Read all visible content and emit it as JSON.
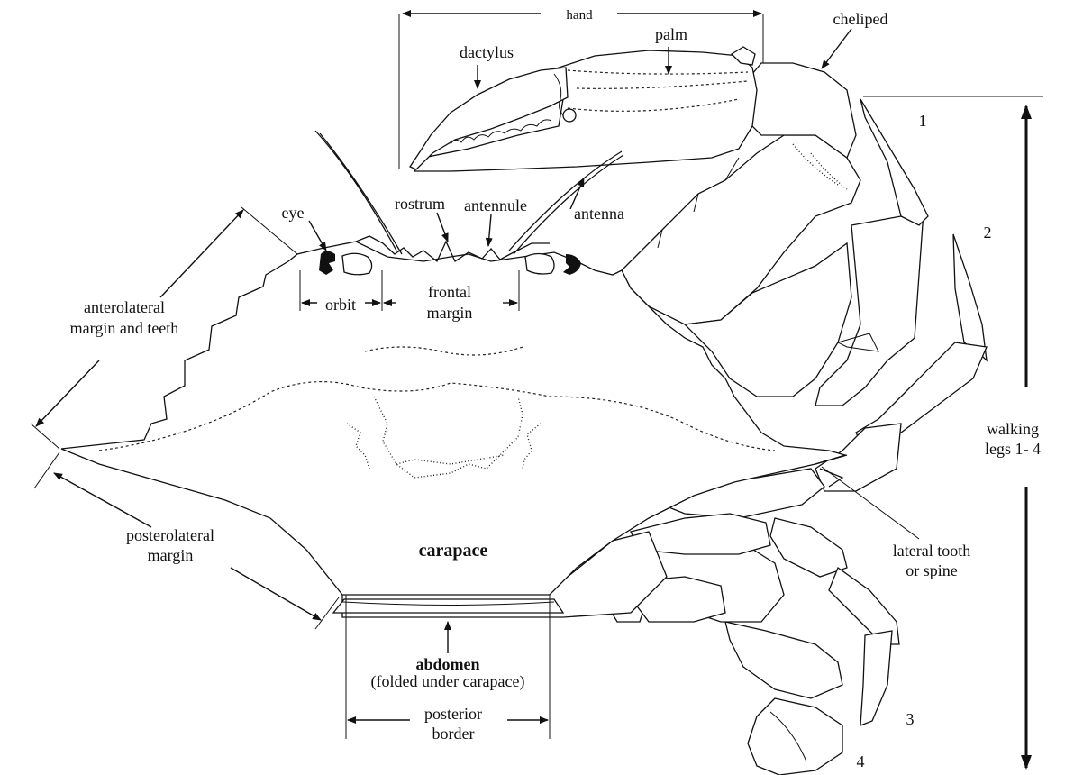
{
  "labels": {
    "hand": "hand",
    "palm": "palm",
    "dactylus": "dactylus",
    "cheliped": "cheliped",
    "eye": "eye",
    "rostrum": "rostrum",
    "antennule": "antennule",
    "antenna": "antenna",
    "orbit": "orbit",
    "frontal_margin_1": "frontal",
    "frontal_margin_2": "margin",
    "anterolateral_1": "anterolateral",
    "anterolateral_2": "margin and teeth",
    "posterolateral_1": "posterolateral",
    "posterolateral_2": "margin",
    "carapace": "carapace",
    "abdomen": "abdomen",
    "abdomen_note": "(folded under carapace)",
    "posterior_1": "posterior",
    "posterior_2": "border",
    "lateral_tooth_1": "lateral tooth",
    "lateral_tooth_2": "or spine",
    "walking_1": "walking",
    "walking_2": "legs 1- 4",
    "leg_1": "1",
    "leg_2": "2",
    "leg_3": "3",
    "leg_4": "4"
  }
}
